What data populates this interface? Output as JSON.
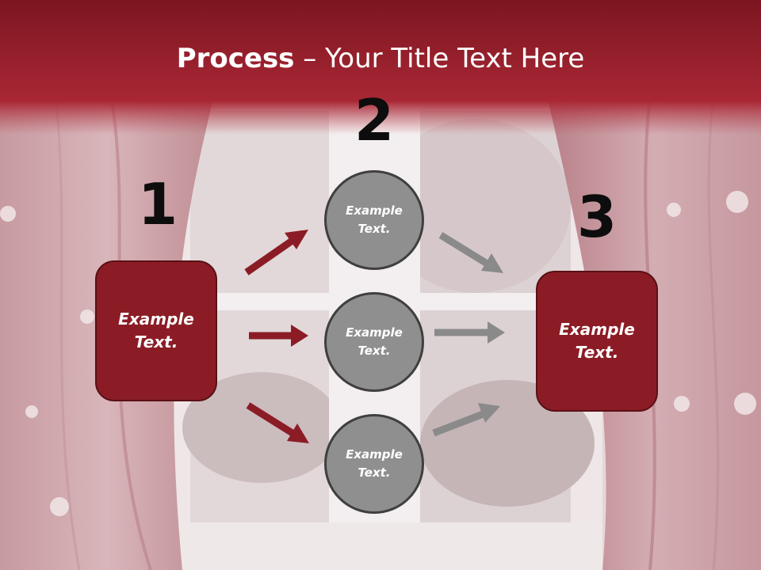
{
  "title": {
    "bold": "Process",
    "rest": " – Your Title Text Here"
  },
  "steps": [
    {
      "number": "1",
      "label": "Example Text."
    },
    {
      "number": "2",
      "labels": [
        "Example Text.",
        "Example Text.",
        "Example Text."
      ]
    },
    {
      "number": "3",
      "label": "Example Text."
    }
  ],
  "colors": {
    "accent": "#8b1c25",
    "circle": "#8f8f8f",
    "header": "#a51d2b"
  }
}
